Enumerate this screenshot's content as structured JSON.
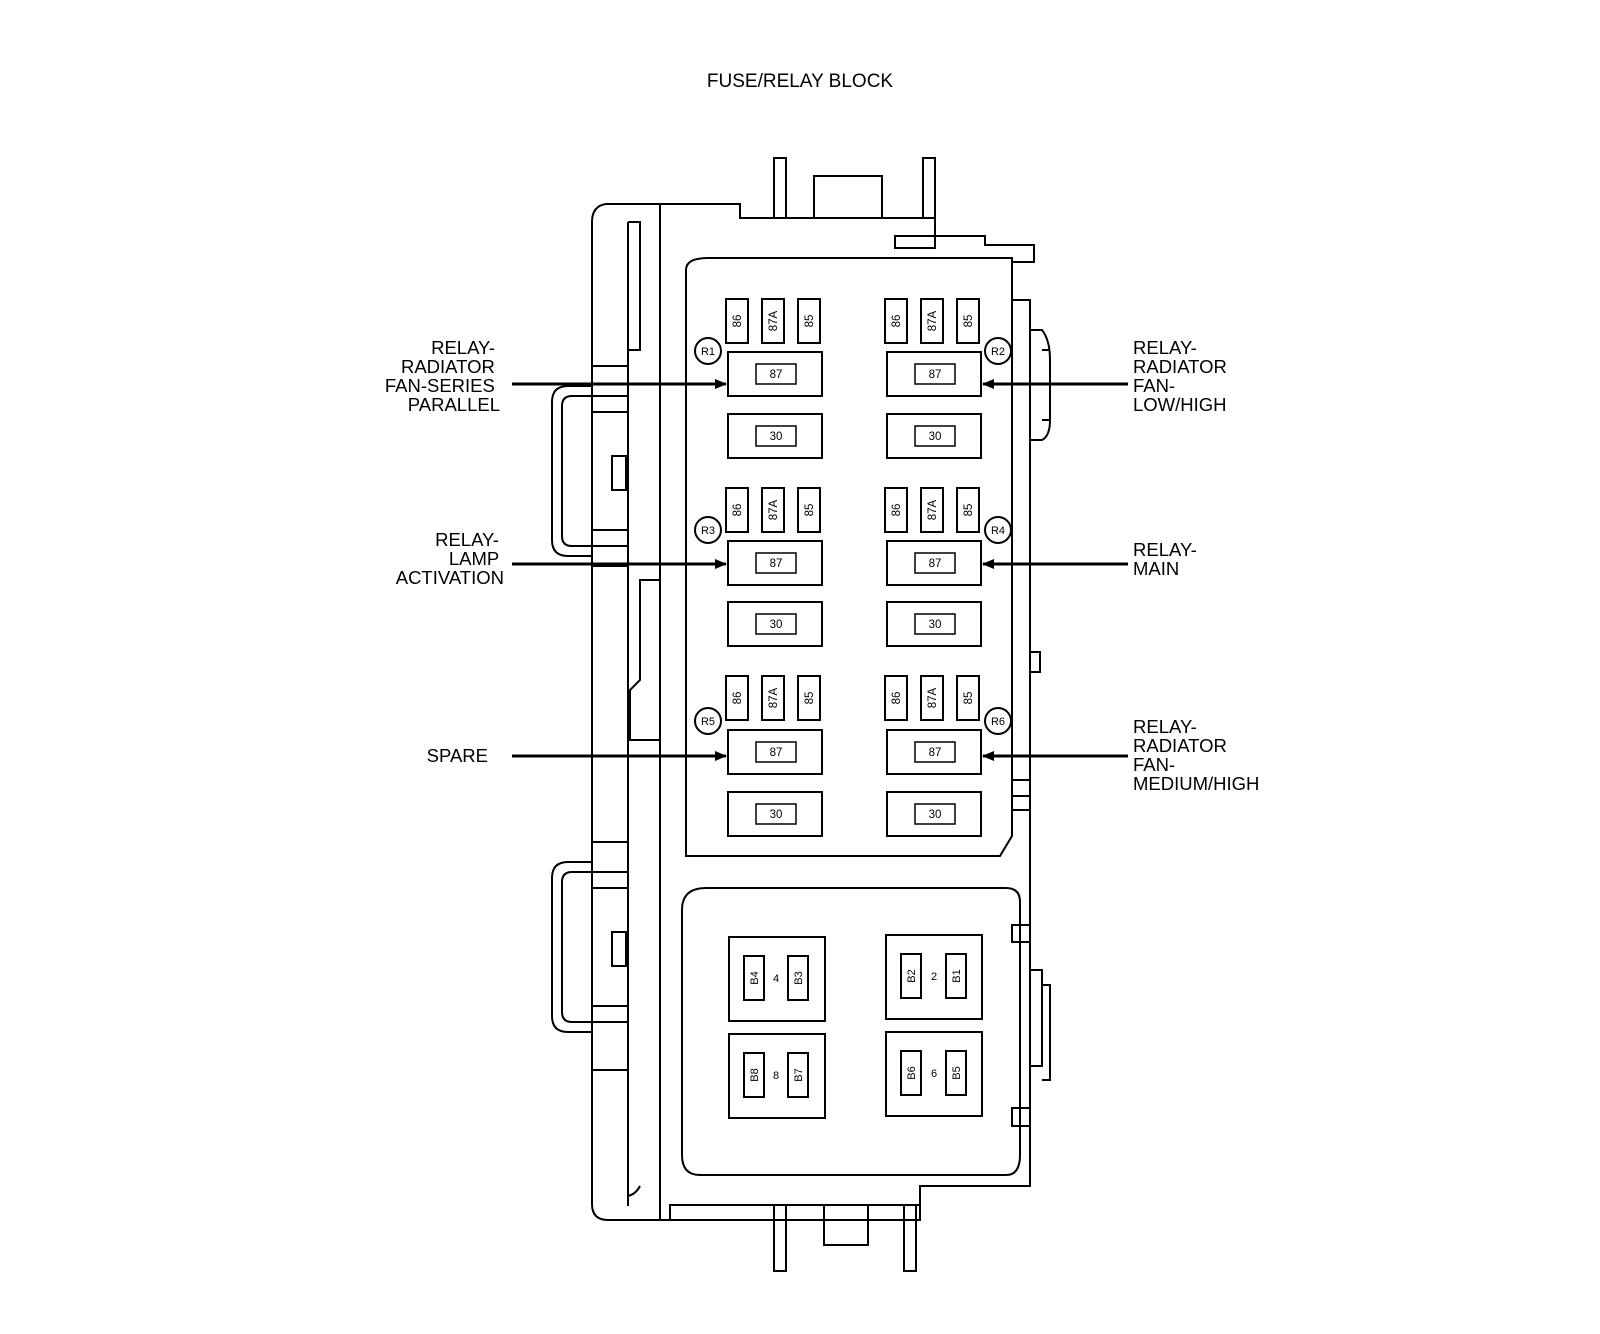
{
  "title": "FUSE/RELAY BLOCK",
  "relays": [
    {
      "id": "R1",
      "pins": {
        "top": [
          "86",
          "87A",
          "85"
        ],
        "middle": "87",
        "bottom": "30"
      }
    },
    {
      "id": "R2",
      "pins": {
        "top": [
          "86",
          "87A",
          "85"
        ],
        "middle": "87",
        "bottom": "30"
      }
    },
    {
      "id": "R3",
      "pins": {
        "top": [
          "86",
          "87A",
          "85"
        ],
        "middle": "87",
        "bottom": "30"
      }
    },
    {
      "id": "R4",
      "pins": {
        "top": [
          "86",
          "87A",
          "85"
        ],
        "middle": "87",
        "bottom": "30"
      }
    },
    {
      "id": "R5",
      "pins": {
        "top": [
          "86",
          "87A",
          "85"
        ],
        "middle": "87",
        "bottom": "30"
      }
    },
    {
      "id": "R6",
      "pins": {
        "top": [
          "86",
          "87A",
          "85"
        ],
        "middle": "87",
        "bottom": "30"
      }
    }
  ],
  "callouts": [
    {
      "relay": "R1",
      "lines": [
        "RELAY-",
        "RADIATOR",
        "FAN-SERIES",
        "PARALLEL"
      ]
    },
    {
      "relay": "R2",
      "lines": [
        "RELAY-",
        "RADIATOR",
        "FAN-",
        "LOW/HIGH"
      ]
    },
    {
      "relay": "R3",
      "lines": [
        "RELAY-",
        "LAMP",
        "ACTIVATION"
      ]
    },
    {
      "relay": "R4",
      "lines": [
        "RELAY-",
        "MAIN"
      ]
    },
    {
      "relay": "R5",
      "lines": [
        "SPARE"
      ]
    },
    {
      "relay": "R6",
      "lines": [
        "RELAY-",
        "RADIATOR",
        "FAN-",
        "MEDIUM/HIGH"
      ]
    }
  ],
  "fuses": [
    {
      "number": "4",
      "left": "B4",
      "right": "B3"
    },
    {
      "number": "2",
      "left": "B2",
      "right": "B1"
    },
    {
      "number": "8",
      "left": "B8",
      "right": "B7"
    },
    {
      "number": "6",
      "left": "B6",
      "right": "B5"
    }
  ]
}
